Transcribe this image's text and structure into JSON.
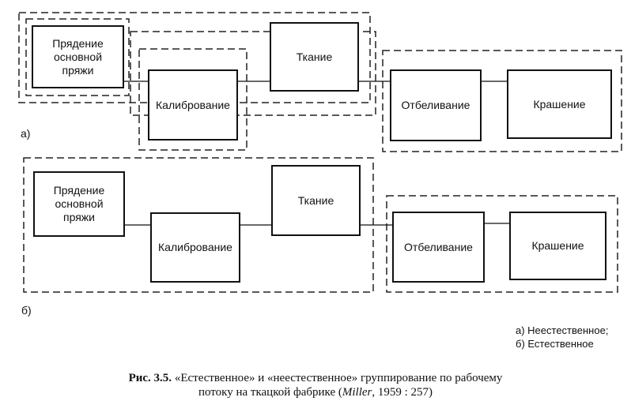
{
  "diagram_a": {
    "label": "а)",
    "boxes": {
      "spinning": "Прядение\nосновной\nпряжи",
      "sizing": "Калибрование",
      "weaving": "Ткание",
      "bleaching": "Отбеливание",
      "dyeing": "Крашение"
    }
  },
  "diagram_b": {
    "label": "б)",
    "boxes": {
      "spinning": "Прядение\nосновной\nпряжи",
      "sizing": "Калибрование",
      "weaving": "Ткание",
      "bleaching": "Отбеливание",
      "dyeing": "Крашение"
    }
  },
  "legend": {
    "a": "а) Неестественное;",
    "b": "б) Естественное"
  },
  "caption": {
    "fig": "Рис. 3.5.",
    "line1": " «Естественное» и «неестественное» группирование по рабочему",
    "line2_pre": "потоку на ткацкой фабрике (",
    "author": "Miller",
    "line2_post": ", 1959 : 257)"
  }
}
